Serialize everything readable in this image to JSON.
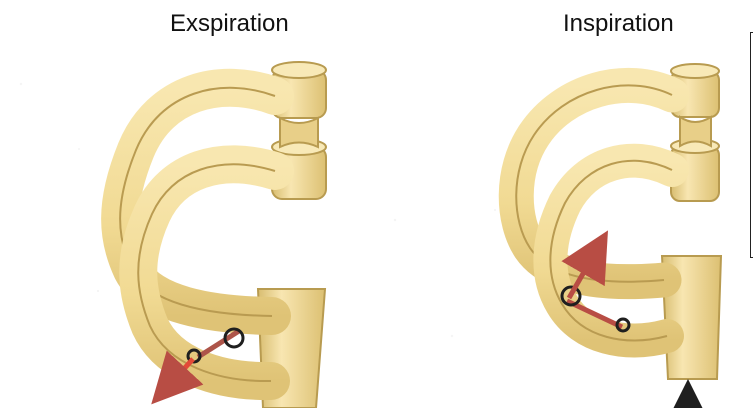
{
  "figure": {
    "left_label": "Exspiration",
    "right_label": "Inspiration"
  },
  "colors": {
    "rib_fill": "#f3de9a",
    "rib_stroke": "#b99b51",
    "rib_shadow": "#dcc276",
    "arrow_red": "#b84d44",
    "link_black": "#1f1f1f"
  },
  "icons": {
    "left_motion": "diagonal-red-arrow",
    "right_motion": "upward-red-arrow",
    "right_sternum_motion": "small-black-up-arrow"
  }
}
